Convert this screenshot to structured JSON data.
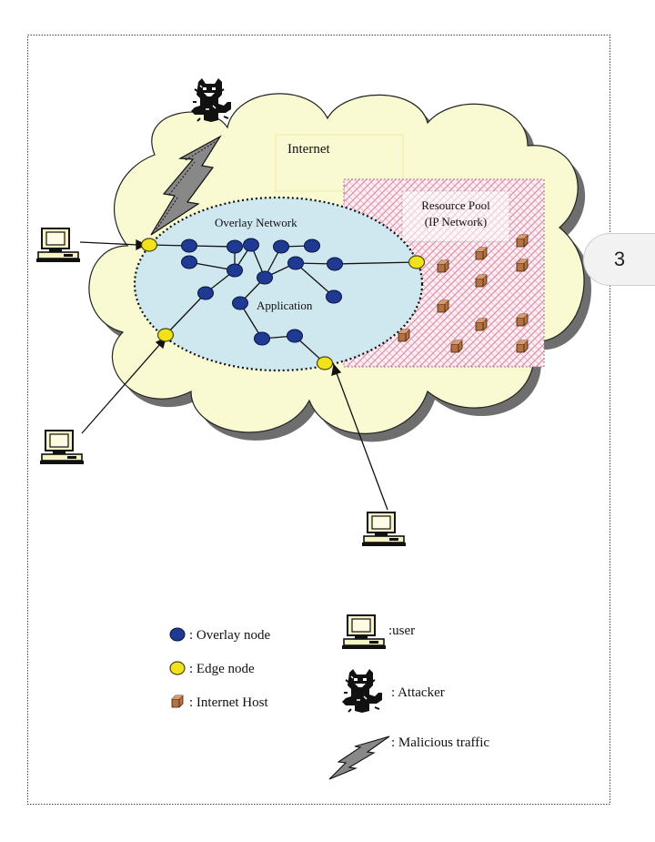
{
  "diagram": {
    "cloud_label": "Internet",
    "overlay_label": "Overlay Network",
    "application_label": "Application",
    "resource_pool_label_1": "Resource Pool",
    "resource_pool_label_2": "(IP Network)"
  },
  "legend": {
    "overlay_node": ": Overlay node",
    "edge_node": ": Edge node",
    "internet_host": ": Internet Host",
    "user": ":user",
    "attacker": ": Attacker",
    "malicious_traffic": ": Malicious traffic"
  },
  "page_tab": {
    "label": "3"
  },
  "colors": {
    "cloud_fill": "#fafad2",
    "overlay_fill": "#cfe8f0",
    "overlay_node": "#1f3a93",
    "edge_node": "#f2e21a",
    "host": "#b5713f",
    "pool_hatch": "#d6809a"
  }
}
